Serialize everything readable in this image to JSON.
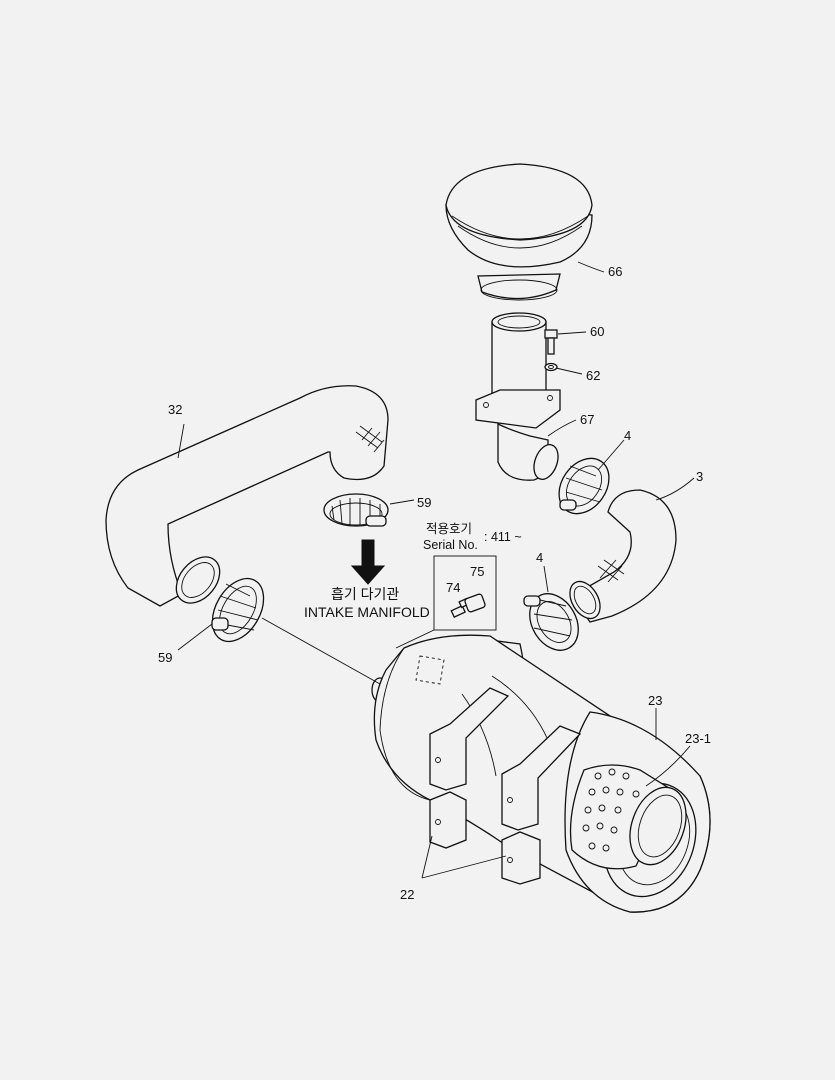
{
  "labels": {
    "p3": "3",
    "p4a": "4",
    "p4b": "4",
    "p22": "22",
    "p23": "23",
    "p23_1": "23-1",
    "p32": "32",
    "p59a": "59",
    "p59b": "59",
    "p60": "60",
    "p62": "62",
    "p66": "66",
    "p67": "67",
    "p74": "74",
    "p75": "75"
  },
  "notes": {
    "applied_model_ko": "적용호기",
    "serial_no": "Serial No.",
    "serial_range": ": 411 ~",
    "intake_ko": "흡기 다기관",
    "intake_en": "INTAKE MANIFOLD"
  }
}
